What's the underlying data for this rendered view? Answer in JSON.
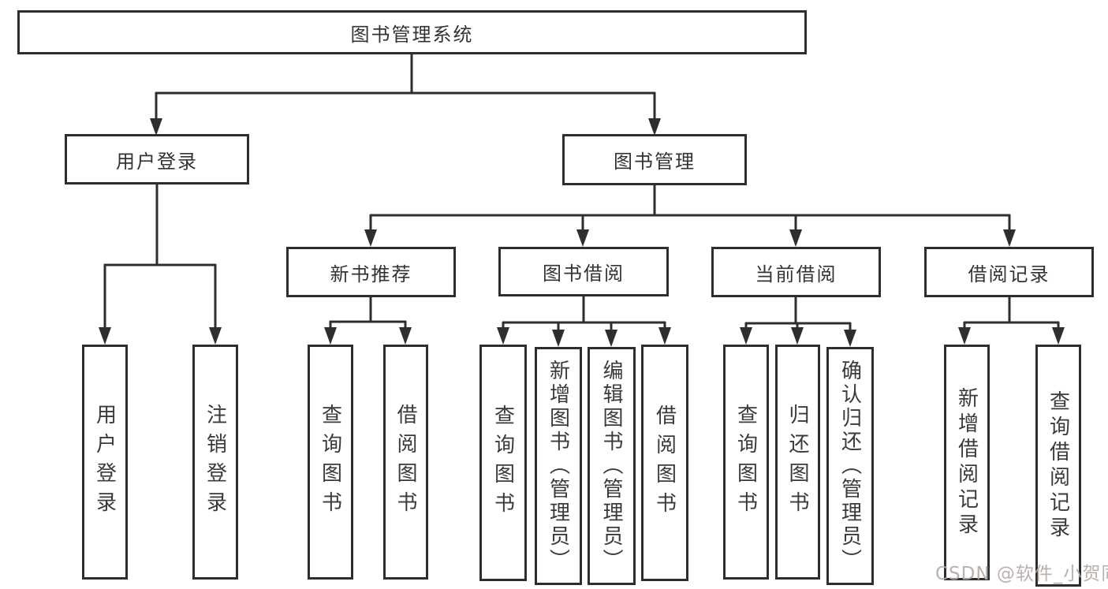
{
  "diagram_type": "hierarchy-tree",
  "nodes": {
    "root": {
      "label": "图书管理系统"
    },
    "user_login": {
      "label": "用户登录",
      "children": {
        "login": {
          "label": "用户登录"
        },
        "logout": {
          "label": "注销登录"
        }
      }
    },
    "book_mgmt": {
      "label": "图书管理",
      "children": {
        "new_books": {
          "label": "新书推荐",
          "children": {
            "query": {
              "label": "查询图书"
            },
            "borrow": {
              "label": "借阅图书"
            }
          }
        },
        "book_borrow": {
          "label": "图书借阅",
          "children": {
            "query": {
              "label": "查询图书"
            },
            "add": {
              "label": "新增图书（管理员）"
            },
            "edit": {
              "label": "编辑图书（管理员）"
            },
            "borrow": {
              "label": "借阅图书"
            }
          }
        },
        "current_borrow": {
          "label": "当前借阅",
          "children": {
            "query": {
              "label": "查询图书"
            },
            "return": {
              "label": "归还图书"
            },
            "confirm": {
              "label": "确认归还（管理员）"
            }
          }
        },
        "borrow_records": {
          "label": "借阅记录",
          "children": {
            "add": {
              "label": "新增借阅记录"
            },
            "query": {
              "label": "查询借阅记录"
            }
          }
        }
      }
    }
  },
  "watermark": {
    "text": "CSDN @软件_小贺同学"
  },
  "colors": {
    "line": "#2e2e2e",
    "box_border": "#2e2e2e",
    "text": "#333333",
    "watermark": "#b2aaa7",
    "background": "#ffffff"
  }
}
